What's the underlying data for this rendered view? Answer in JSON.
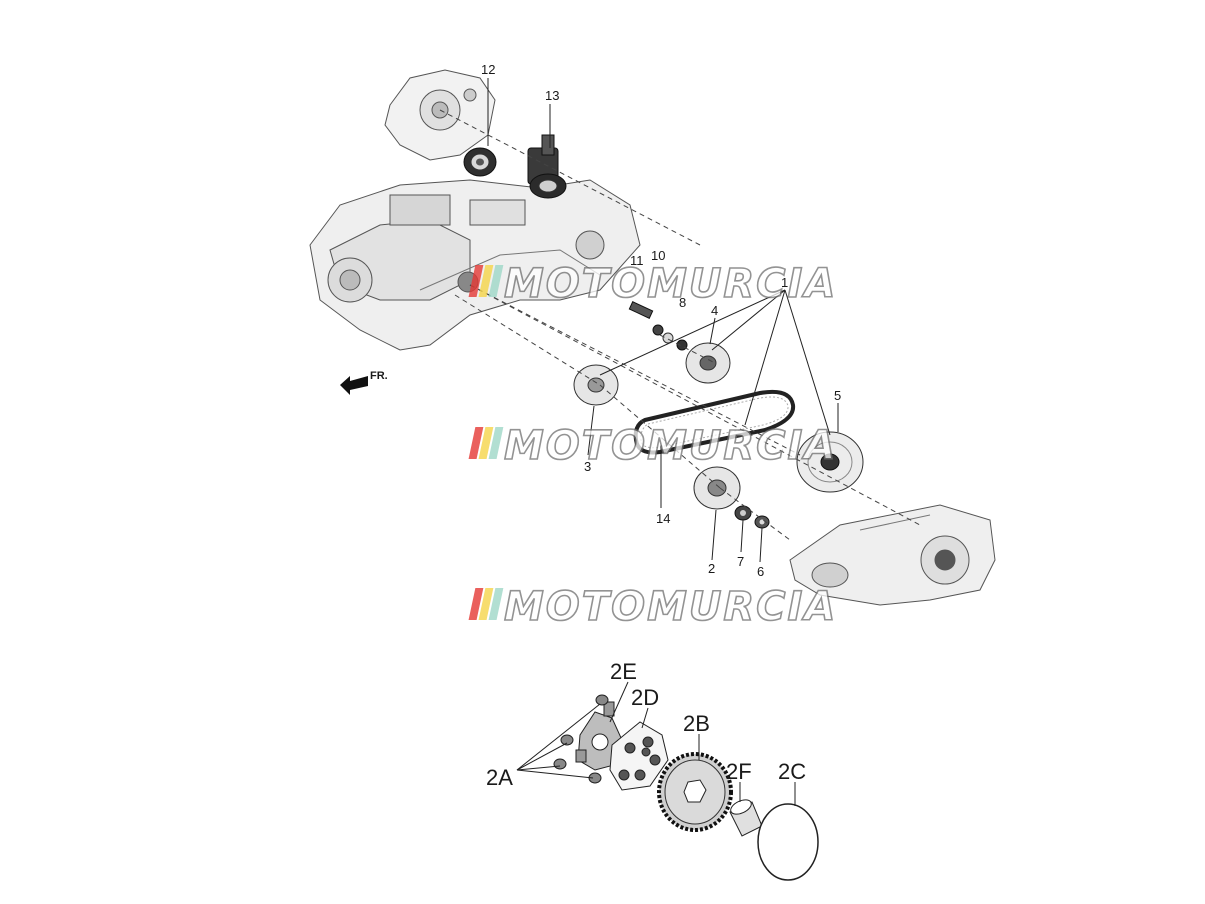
{
  "callouts": {
    "c1": "1",
    "c2": "2",
    "c3": "3",
    "c4": "4",
    "c5": "5",
    "c6": "6",
    "c7": "7",
    "c8": "8",
    "c10": "10",
    "c11": "11",
    "c12": "12",
    "c13": "13",
    "c14": "14",
    "c2A": "2A",
    "c2B": "2B",
    "c2C": "2C",
    "c2D": "2D",
    "c2E": "2E",
    "c2F": "2F"
  },
  "direction": {
    "label": "FR.",
    "arrow_icon": "arrow-left-icon"
  },
  "watermark": {
    "text": "MOTOMURCIA",
    "stripe_colors": [
      "#e53935",
      "#f6d54a",
      "#9fd8c8"
    ]
  },
  "colors": {
    "line": "#1a1a1a",
    "part_gray": "#d9d9d9",
    "dark_part": "#3a3a3a"
  }
}
